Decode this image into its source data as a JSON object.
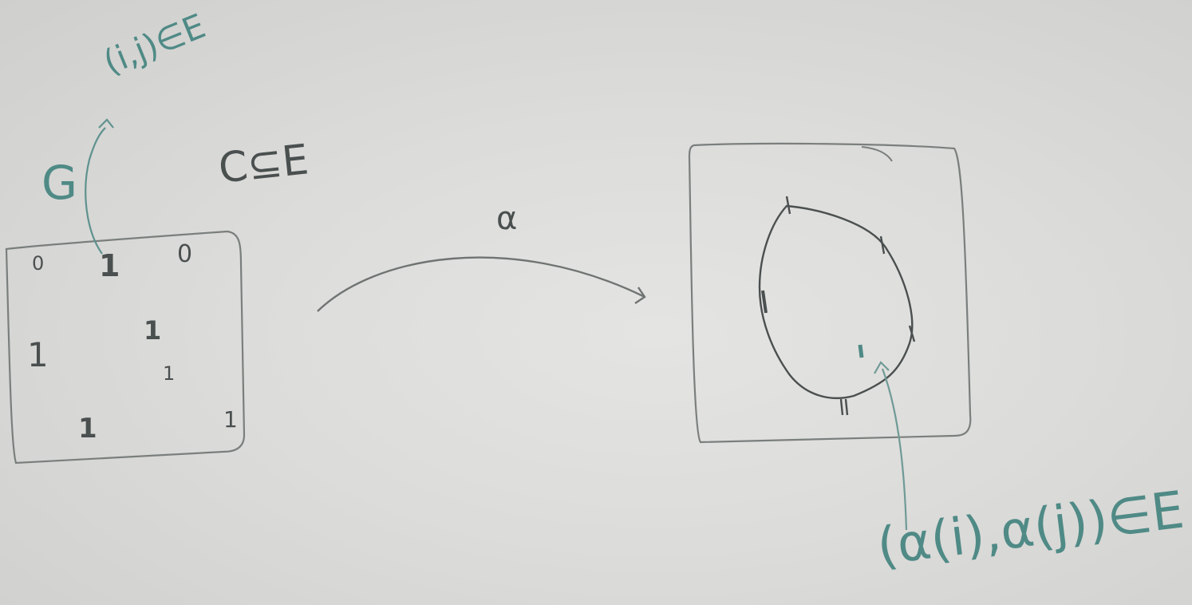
{
  "whiteboard": {
    "graph_label": "G",
    "edge_annotation": "(i,j)∈E",
    "subset_statement": "C⊆E",
    "mapping_label": "α",
    "image_annotation": "(α(i),α(j))∈E",
    "matrix_entries": [
      "0",
      "1",
      "0",
      "1",
      "1",
      "1",
      "1",
      "1"
    ],
    "ink_colors": {
      "marker_dark": "#4a4f4f",
      "marker_teal": "#4f8a86"
    }
  }
}
